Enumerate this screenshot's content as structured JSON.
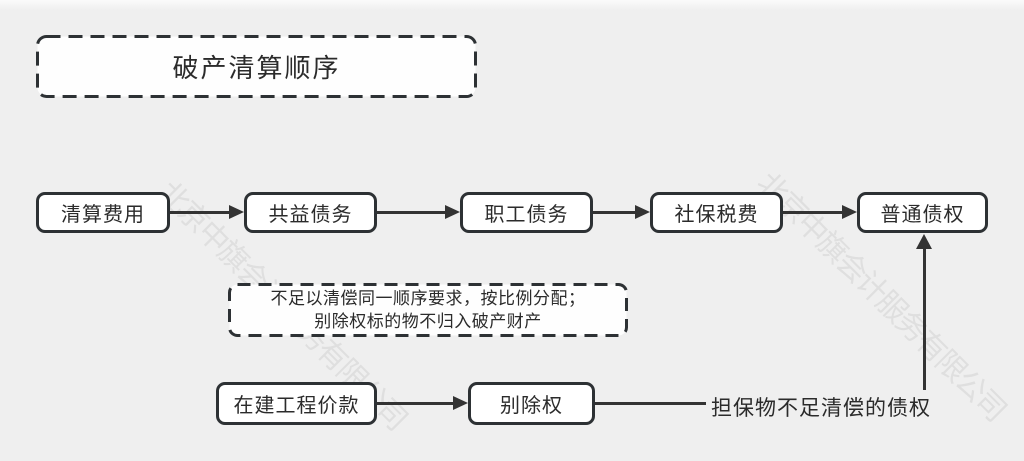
{
  "title": "破产清算顺序",
  "row1": {
    "nodes": [
      {
        "label": "清算费用"
      },
      {
        "label": "共益债务"
      },
      {
        "label": "职工债务"
      },
      {
        "label": "社保税费"
      },
      {
        "label": "普通债权"
      }
    ]
  },
  "note": {
    "line1": "不足以清偿同一顺序要求，按比例分配；",
    "line2": "别除权标的物不归入破产财产"
  },
  "row2": {
    "nodes": [
      {
        "label": "在建工程价款"
      },
      {
        "label": "别除权"
      }
    ]
  },
  "connector": {
    "label": "担保物不足清偿的债权"
  },
  "watermark": {
    "text": "北京中旗会计服务有限公司"
  },
  "colors": {
    "background": "#efefef",
    "box_fill": "#ffffff",
    "border": "#2d3134",
    "line": "#333333",
    "watermark": "rgba(20,20,20,0.07)"
  }
}
